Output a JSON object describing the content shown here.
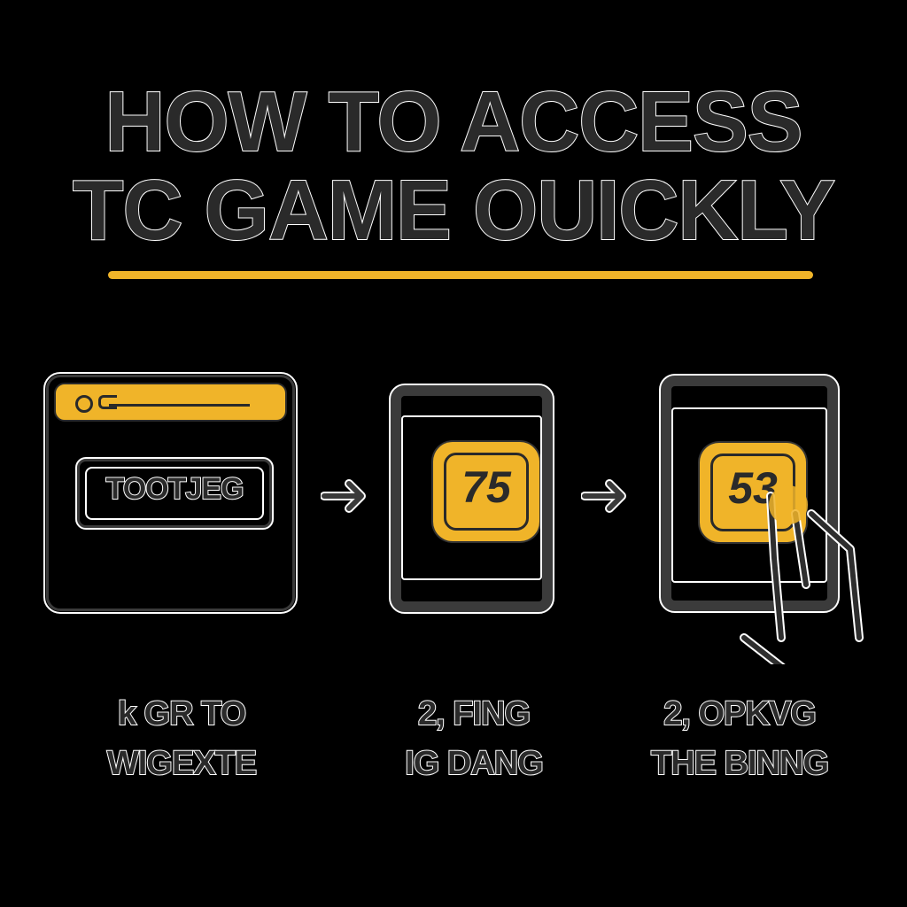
{
  "title": {
    "line1": "HOW TO ACCESS",
    "line2": "TC GAME OUICKLY"
  },
  "colors": {
    "background": "#000000",
    "accent": "#f0b429",
    "text_fill": "#2a2a2a",
    "text_outline": "#ffffff",
    "frame": "#3b3b3b"
  },
  "steps": [
    {
      "icon": "browser-window-icon",
      "address_bar_icon": "key-icon",
      "field_text": "TOOTJEG",
      "caption_line1": "k GR TO",
      "caption_line2": "WIGEXTE"
    },
    {
      "icon": "phone-icon",
      "badge_number": "75",
      "caption_line1": "2, FING",
      "caption_line2": "IG DANG"
    },
    {
      "icon": "phone-tap-icon",
      "badge_number": "53",
      "gesture_icon": "hand-tap-icon",
      "caption_line1": "2, OPKVG",
      "caption_line2": "THE BINNG"
    }
  ],
  "connectors": [
    "arrow-right-icon",
    "arrow-right-icon"
  ]
}
